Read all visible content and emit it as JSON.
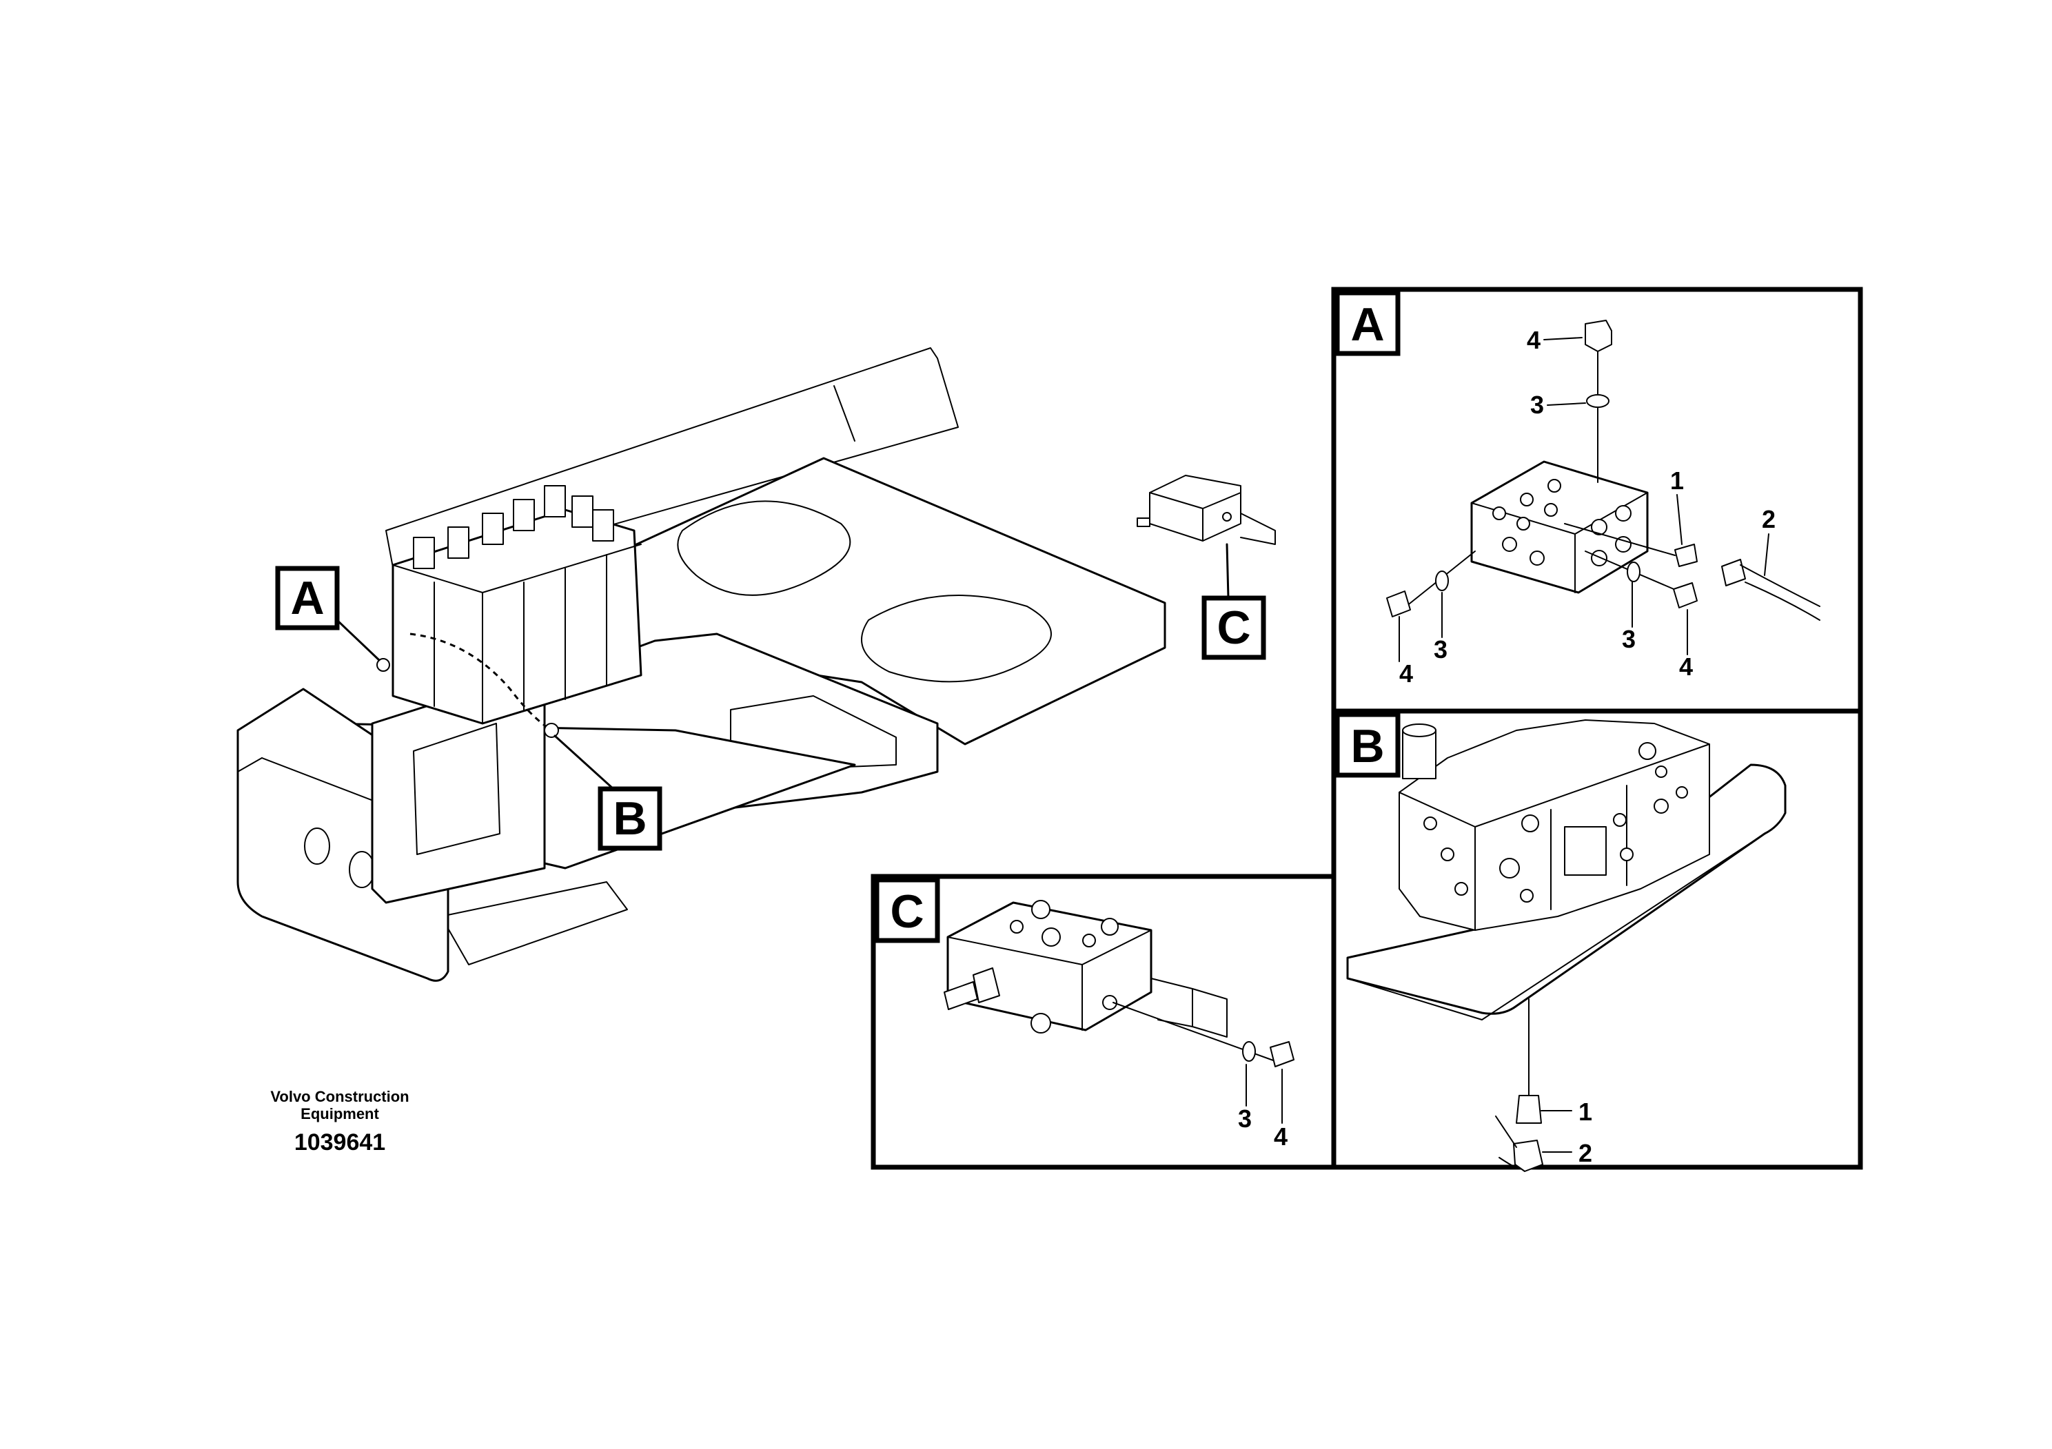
{
  "detail_tags": {
    "main_a": "A",
    "main_b": "B",
    "main_c": "C",
    "box_a": "A",
    "box_b": "B",
    "box_c": "C"
  },
  "callouts": {
    "a": [
      "1",
      "2",
      "3",
      "3",
      "3",
      "4",
      "4",
      "4"
    ],
    "b": [
      "1",
      "2"
    ],
    "c": [
      "3",
      "4"
    ]
  },
  "footer": {
    "company_line1": "Volvo Construction",
    "company_line2": "Equipment",
    "doc_number": "1039641"
  }
}
